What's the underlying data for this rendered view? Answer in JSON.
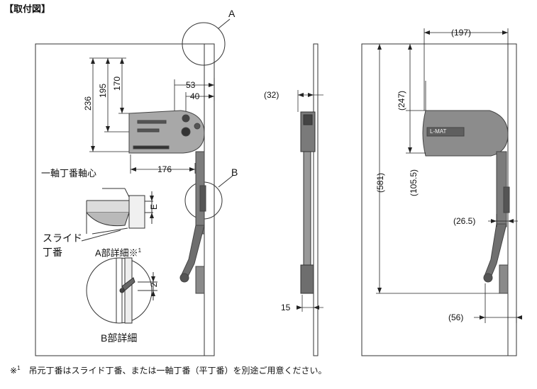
{
  "title": "【取付図】",
  "callouts": {
    "a": "A",
    "b": "B"
  },
  "dims_left": {
    "d236": "236",
    "d195": "195",
    "d170": "170",
    "d53": "53",
    "d40": "40",
    "d176": "176",
    "e": "E",
    "d2": "2"
  },
  "labels": {
    "single_axis": "一軸丁番軸心",
    "slide_line1": "スライド",
    "slide_line2": "丁番",
    "detail_a": "A部詳細※",
    "detail_a_sup": "1",
    "detail_b": "B部詳細"
  },
  "dims_middle": {
    "d32": "(32)",
    "d15": "15"
  },
  "dims_right": {
    "d197": "(197)",
    "d247": "(247)",
    "d581": "(581)",
    "d105": "(105.5)",
    "d26": "(26.5)",
    "d56": "(56)"
  },
  "unit_label": "L-MAT",
  "footnote": {
    "mark": "※",
    "sup": "1",
    "text": "　吊元丁番はスライド丁番、または一軸丁番（平丁番）を別途ご用意ください。"
  },
  "colors": {
    "line": "#333333",
    "dim": "#222222",
    "unit": "#8c8c8c",
    "dark": "#5a5a5a"
  }
}
